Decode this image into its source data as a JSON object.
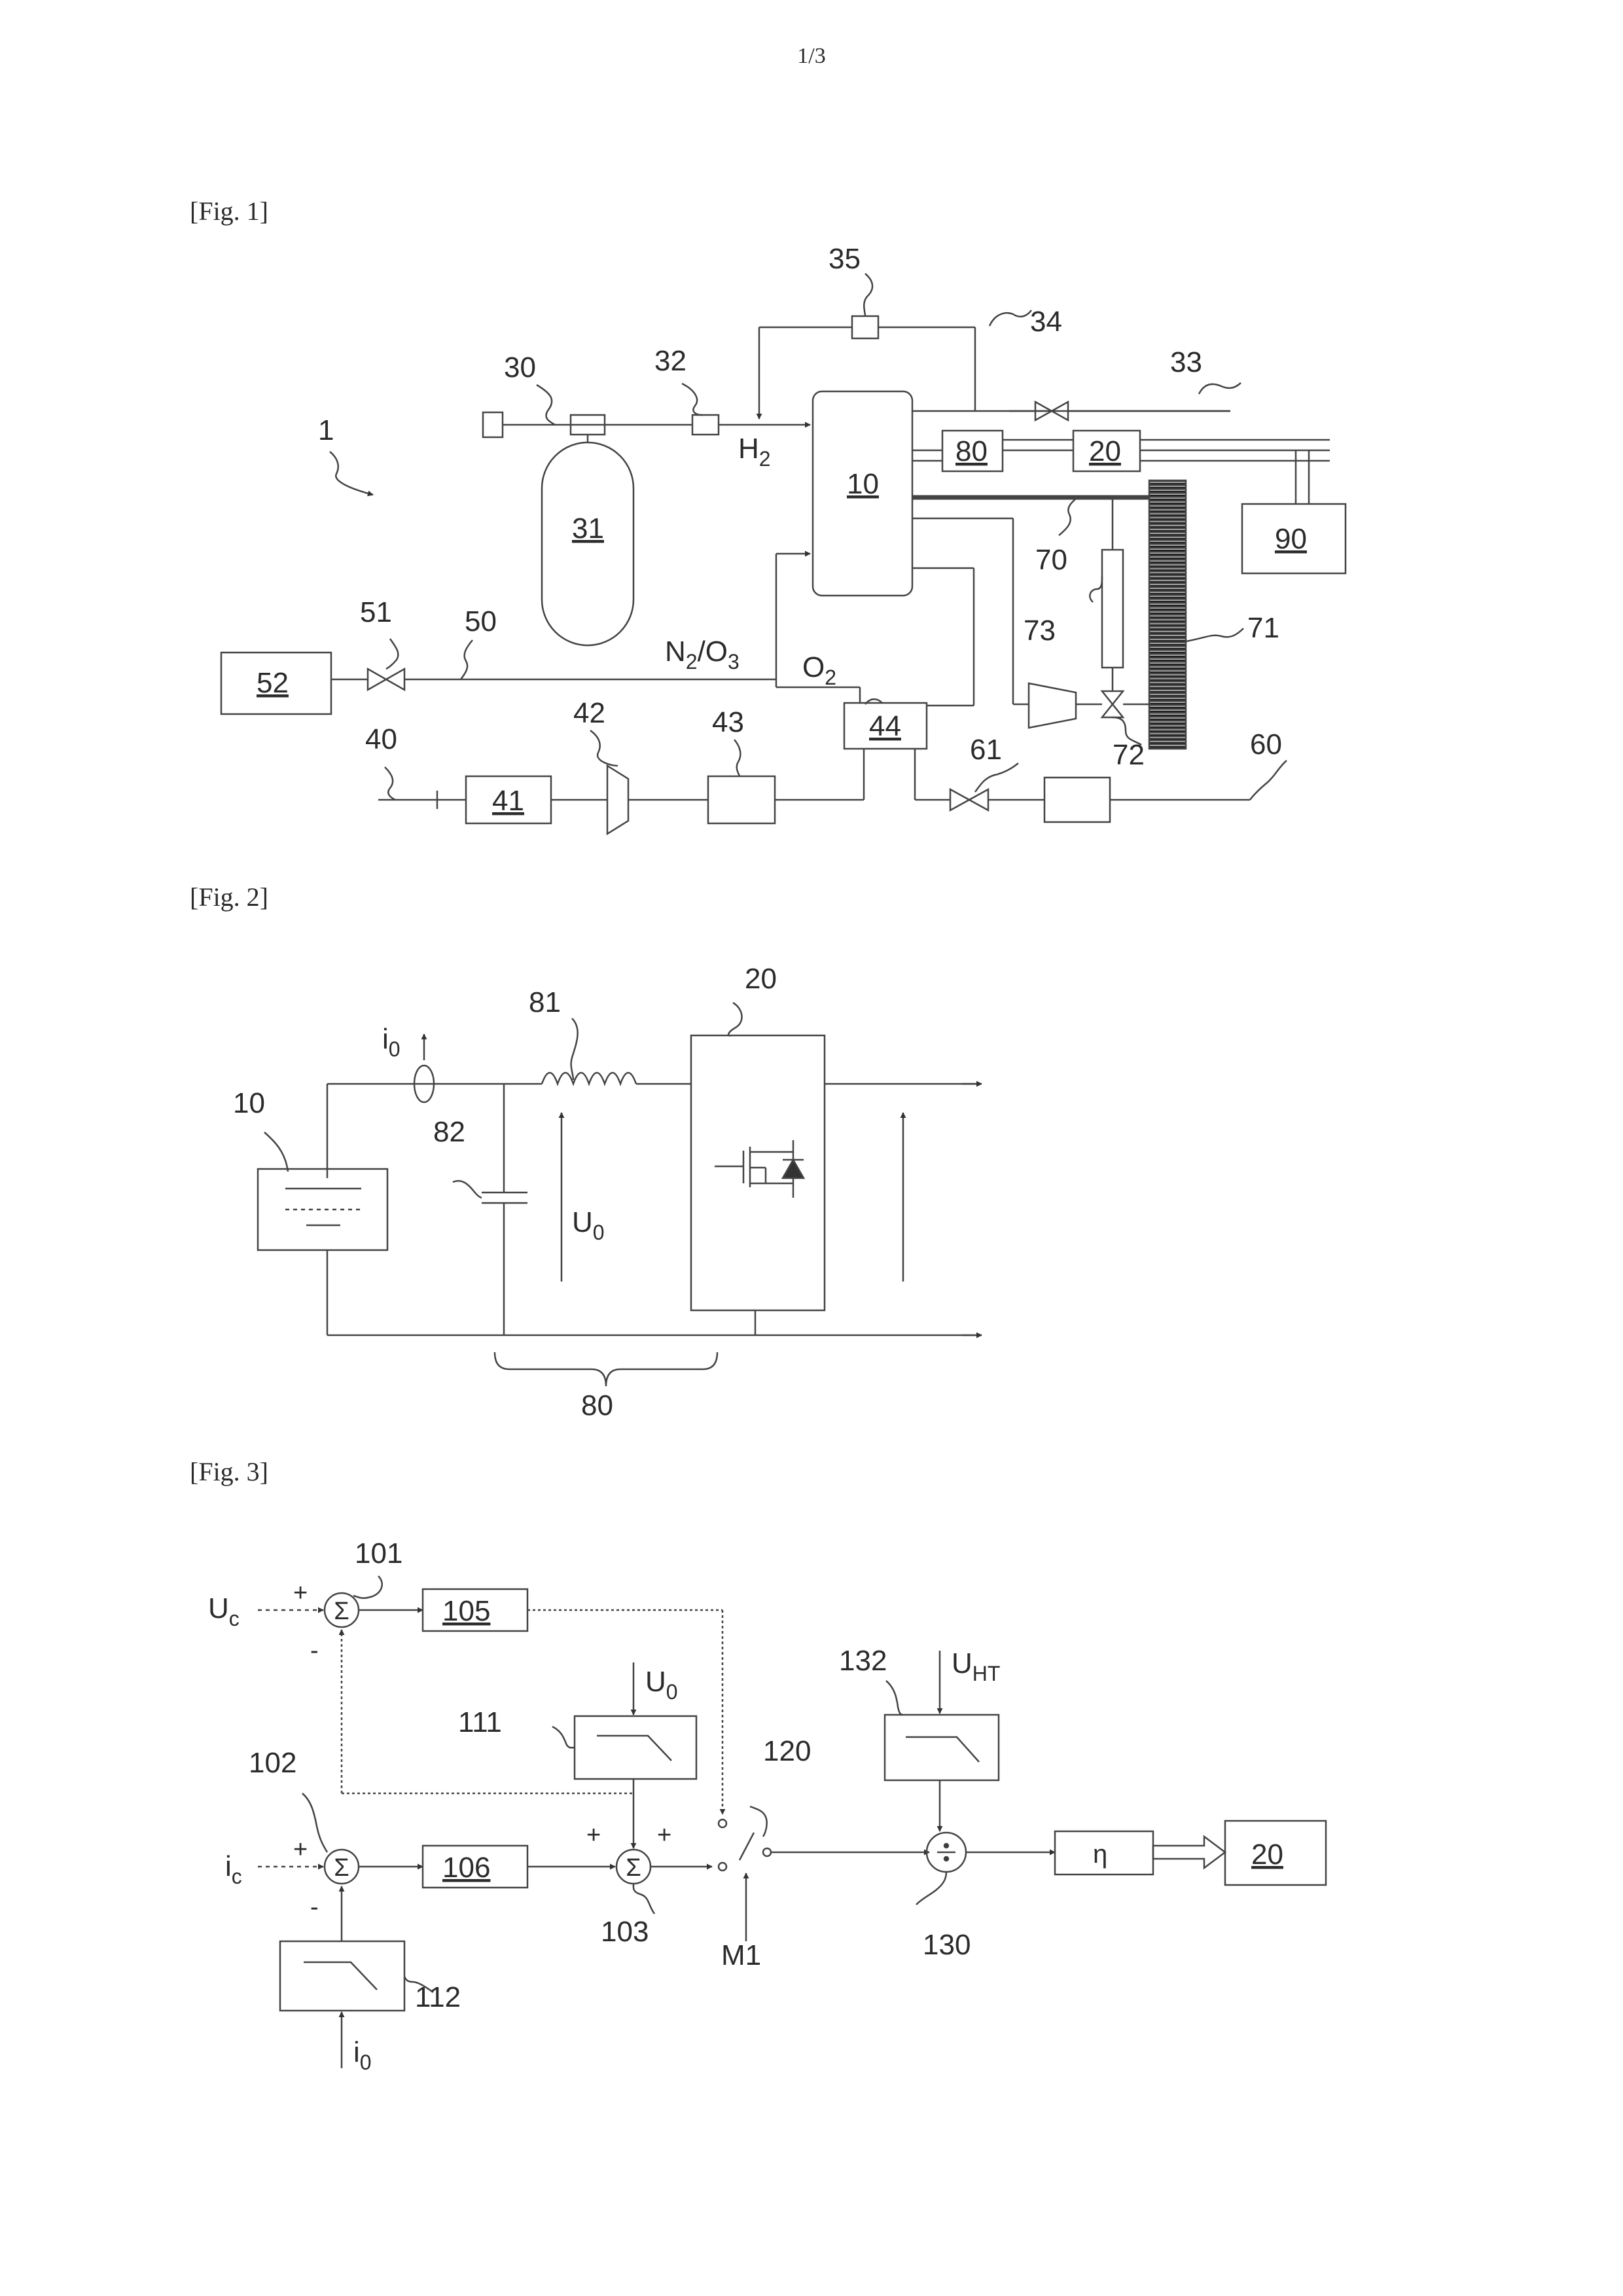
{
  "page_number": "1/3",
  "fig1": {
    "caption": "[Fig. 1]",
    "labels": {
      "system": "1",
      "fuel_cell": "10",
      "converter": "20",
      "hydrogen_line": "30",
      "tank": "31",
      "sensor_32": "32",
      "purge_line": "33",
      "recirc_line": "34",
      "pump_35": "35",
      "air_line": "40",
      "filter": "41",
      "compressor": "42",
      "unit_43": "43",
      "humidifier": "44",
      "inert_line": "50",
      "valve_51": "51",
      "gas_source": "52",
      "exhaust_line": "60",
      "valve_61": "61",
      "cooling_circuit": "70",
      "radiator": "71",
      "valve_72": "72",
      "reservoir": "73",
      "filter_circuit": "80",
      "load": "90"
    },
    "gas_labels": {
      "h2_main": "H",
      "h2_sub": "2",
      "n2_main": "N",
      "n2_sub": "2",
      "o3_main": "/O",
      "o3_sub": "3",
      "o2_main": "O",
      "o2_sub": "2"
    }
  },
  "fig2": {
    "caption": "[Fig. 2]",
    "labels": {
      "fuel_cell": "10",
      "converter": "20",
      "inductor": "81",
      "capacitor": "82",
      "filter": "80",
      "current_main": "i",
      "current_sub": "0",
      "voltage_main": "U",
      "voltage_sub": "0"
    }
  },
  "fig3": {
    "caption": "[Fig. 3]",
    "labels": {
      "sum_101": "101",
      "sum_102": "102",
      "sum_103": "103",
      "ctrl_105": "105",
      "ctrl_106": "106",
      "filter_111": "111",
      "filter_112": "112",
      "switch_120": "120",
      "divider_130": "130",
      "filter_132": "132",
      "mode": "M1",
      "converter": "20",
      "eta": "η",
      "sigma": "Σ",
      "plus": "+",
      "minus": "-",
      "uc_main": "U",
      "uc_sub": "c",
      "ic_main": "i",
      "ic_sub": "c",
      "u0_main": "U",
      "u0_sub": "0",
      "i0_main": "i",
      "i0_sub": "0",
      "uht_main": "U",
      "uht_sub": "HT"
    }
  }
}
